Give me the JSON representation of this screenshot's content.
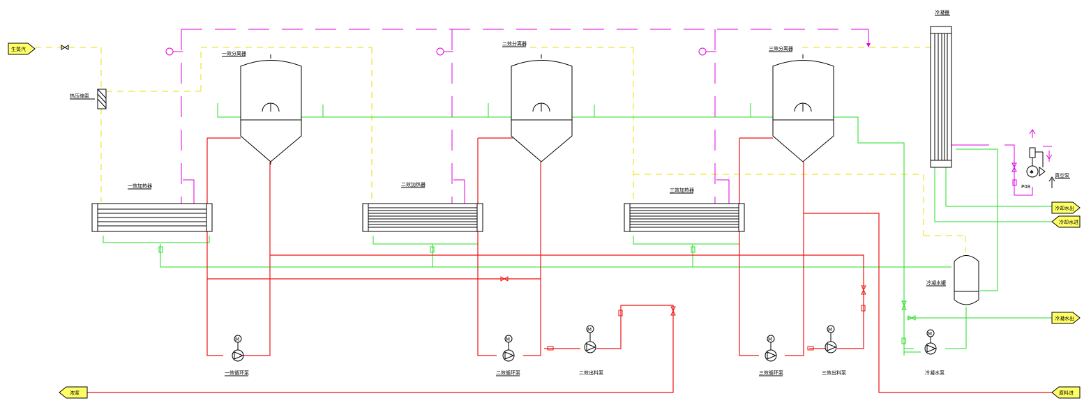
{
  "colors": {
    "steam": "#e8e000",
    "vacuum": "#e000e0",
    "water": "#22dd22",
    "product": "#ee1111"
  },
  "labels": {
    "live_steam": "生蒸汽",
    "thermo_compressor": "热压缩泵",
    "sep1": "一效分离器",
    "sep2": "二效分离器",
    "sep3": "三效分离器",
    "heater1": "一效加热器",
    "heater2": "二效加热器",
    "heater3": "三效加热器",
    "condenser": "冷凝器",
    "vacuum_pump": "真空泵",
    "vacuum_pump_tag": "P08",
    "cooling_out": "冷却水出",
    "cooling_in": "冷却水进",
    "condensate_tank": "冷凝水罐",
    "condensate_out": "冷凝水出",
    "condensate_pump": "冷凝水泵",
    "pump1": "一效循环泵",
    "pump2": "二效循环泵",
    "pump2_out": "二效出料泵",
    "pump3": "三效循环泵",
    "pump3_out": "三效出料泵",
    "product_out": "浓浆",
    "feed_in": "原料进",
    "motor": "M"
  },
  "icons": [
    "pressure-gauge-icon",
    "valve-icon",
    "pump-icon",
    "motor-icon",
    "arrow-icon"
  ]
}
